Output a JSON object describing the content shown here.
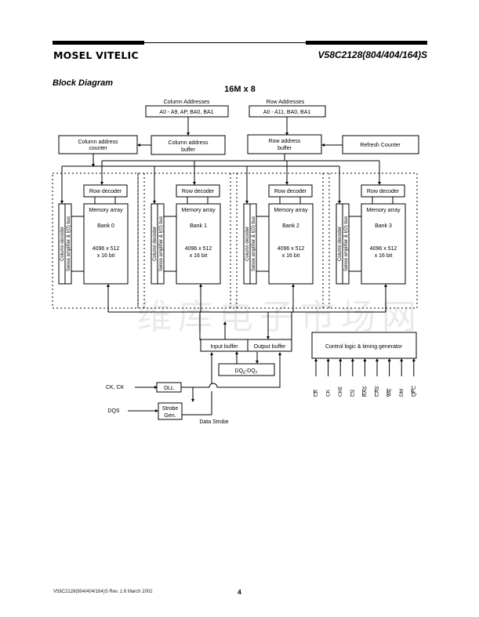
{
  "header": {
    "brand": "MOSEL VITELIC",
    "part_number": "V58C2128(804/404/164)S"
  },
  "section_title": "Block Diagram",
  "diagram": {
    "title": "16M x 8",
    "column_addresses_label": "Column Addresses",
    "column_addresses_value": "A0 - A9, AP, BA0, BA1",
    "row_addresses_label": "Row Addresses",
    "row_addresses_value": "A0 - A11, BA0, BA1",
    "column_address_counter": [
      "Column address",
      "counter"
    ],
    "column_address_buffer": [
      "Column address",
      "buffer"
    ],
    "row_address_buffer": [
      "Row address",
      "buffer"
    ],
    "refresh_counter": "Refresh Counter",
    "banks": [
      {
        "row_decoder": "Row decoder",
        "array": "Memory array",
        "name": "Bank 0",
        "size": [
          "4096 x 512",
          "x 16 bit"
        ],
        "column_decoder": "Column decoder",
        "sense_amp": "Sense amplifier & I(O) bus"
      },
      {
        "row_decoder": "Row decoder",
        "array": "Memory array",
        "name": "Bank 1",
        "size": [
          "4096 x 512",
          "x 16 bit"
        ],
        "column_decoder": "Column decoder",
        "sense_amp": "Sense amplifier & I(O) bus"
      },
      {
        "row_decoder": "Row decoder",
        "array": "Memory array",
        "name": "Bank 2",
        "size": [
          "4096 x 512",
          "x 16 bit"
        ],
        "column_decoder": "Column decoder",
        "sense_amp": "Sense amplifier & I(O) bus"
      },
      {
        "row_decoder": "Row decoder",
        "array": "Memory array",
        "name": "Bank 3",
        "size": [
          "4096 x 512",
          "x 16 bit"
        ],
        "column_decoder": "Column decoder",
        "sense_amp": "Sense amplifier & I(O) bus"
      }
    ],
    "input_buffer": "Input buffer",
    "output_buffer": "Output buffer",
    "dq": {
      "base": "DQ",
      "sub0": "0",
      "sep": "-DQ",
      "sub1": "7"
    },
    "control_logic": "Control logic & timing generator",
    "control_signals": [
      {
        "label": "CK",
        "overline": true
      },
      {
        "label": "CK",
        "overline": false
      },
      {
        "label": "CKE",
        "overline": false
      },
      {
        "label": "CS",
        "overline": true
      },
      {
        "label": "RAS",
        "overline": true
      },
      {
        "label": "CAS",
        "overline": true
      },
      {
        "label": "WE",
        "overline": true
      },
      {
        "label": "DM",
        "overline": false
      },
      {
        "label": "QFC",
        "overline": true
      }
    ],
    "ck_label": "CK, ",
    "ck_bar_label": "CK",
    "dll": "DLL",
    "dqs": "DQS",
    "strobe_gen": [
      "Strobe",
      "Gen."
    ],
    "data_strobe": "Data Strobe"
  },
  "watermark": "维库电子市场网",
  "footer": {
    "doc_rev": "V58C2128(804/404/164)S  Rev. 1.6 March 2002",
    "page": "4"
  }
}
